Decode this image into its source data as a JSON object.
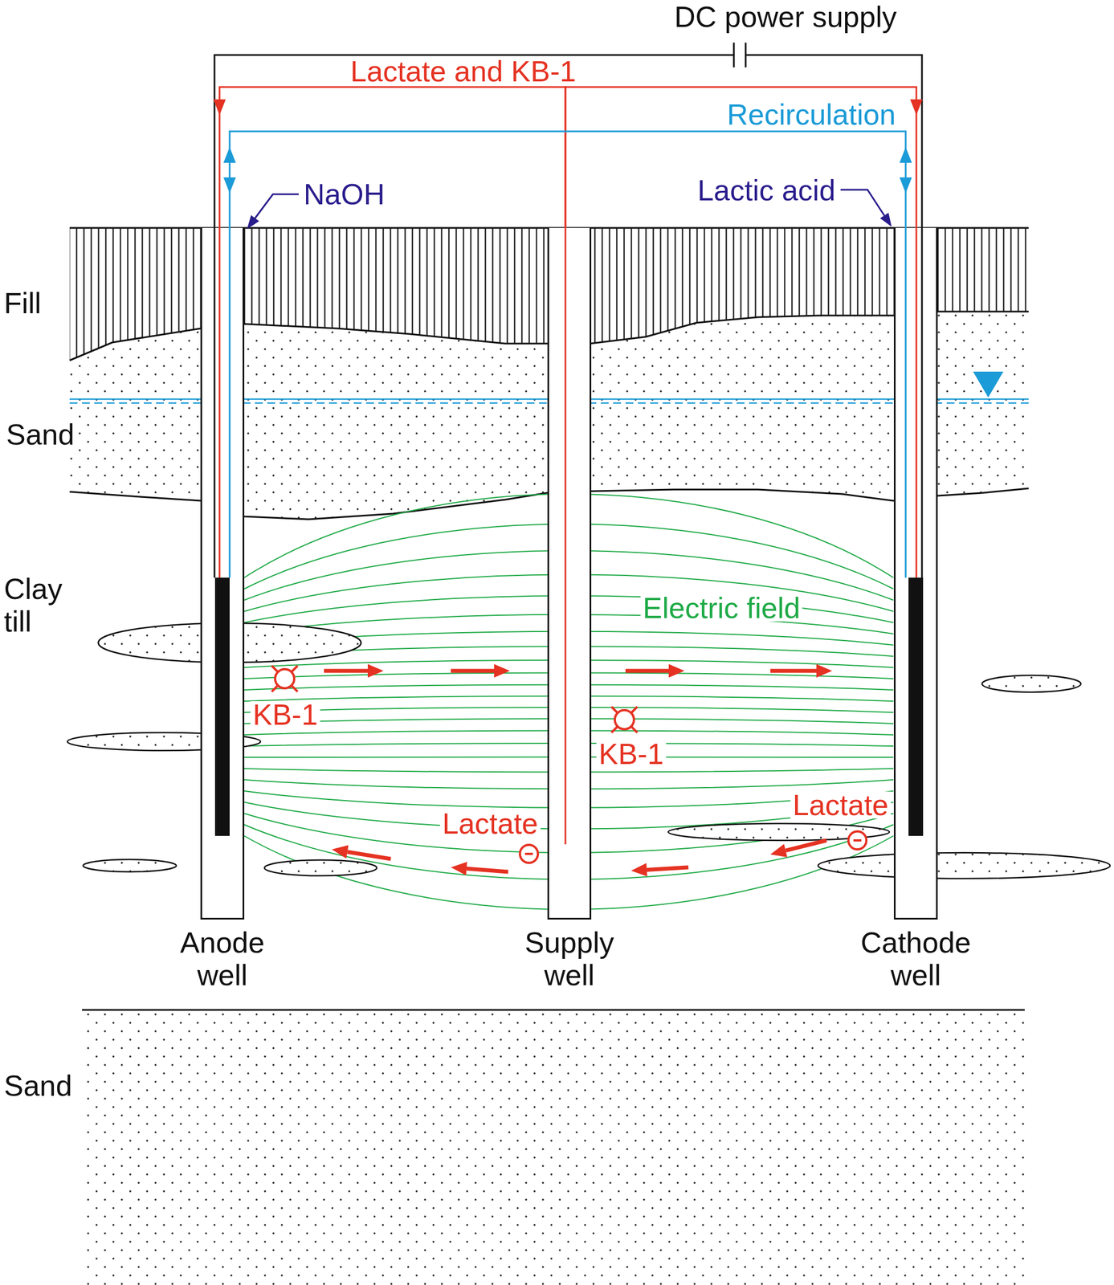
{
  "diagram": {
    "nodes": [
      {
        "text": [
          "Anode well"
        ]
      },
      {
        "text": [
          "Supply well"
        ]
      },
      {
        "text": [
          "Cathode well"
        ]
      }
    ],
    "edges": [
      {
        "from": 0,
        "to": 2,
        "arrow": "none",
        "label": "DC power supply"
      },
      {
        "from": 1,
        "to": 0,
        "arrow": "to",
        "label": "Lactate and KB-1"
      },
      {
        "from": 1,
        "to": 2,
        "arrow": "to"
      },
      {
        "from": 0,
        "to": 2,
        "arrow": "both",
        "label": "Recirculation"
      }
    ],
    "labels": [
      "NaOH",
      "Lactic acid",
      "Fill",
      "Sand",
      "Clay till",
      "Electric field",
      "KB-1",
      "KB-1",
      "Lactate",
      "Lactate",
      "Sand"
    ]
  }
}
